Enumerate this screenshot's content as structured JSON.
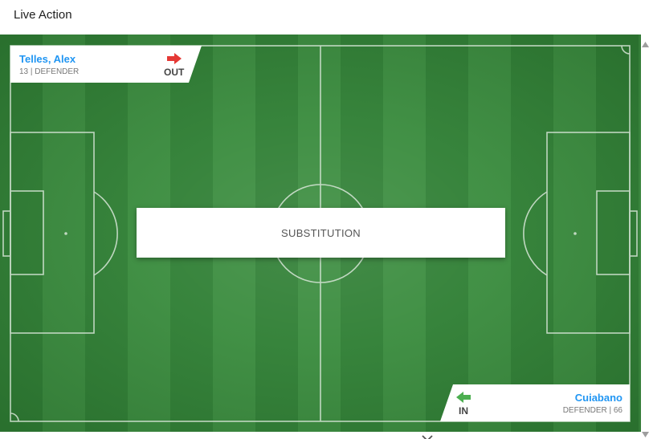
{
  "header": {
    "title": "Live Action"
  },
  "event": {
    "label": "SUBSTITUTION"
  },
  "player_out": {
    "name": "Telles, Alex",
    "meta": "13 | DEFENDER",
    "direction_label": "OUT",
    "arrow_icon": "arrow-right-icon",
    "arrow_color": "#e53935"
  },
  "player_in": {
    "name": "Cuiabano",
    "meta": "DEFENDER | 66",
    "direction_label": "IN",
    "arrow_icon": "arrow-left-icon",
    "arrow_color": "#4caf50"
  },
  "colors": {
    "pitch": "#2e7d32",
    "player_name": "#2196f3",
    "pitch_lines": "#d8e6d8"
  },
  "controls": {
    "scroll_up_icon": "triangle-up-icon",
    "scroll_down_icon": "triangle-down-icon",
    "more_icon": "chevron-down-icon"
  }
}
